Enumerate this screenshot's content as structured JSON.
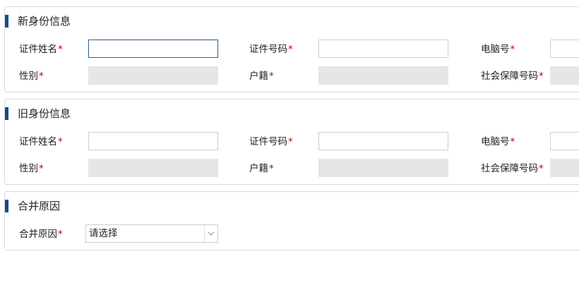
{
  "new_identity": {
    "title": "新身份信息",
    "name_label": "证件姓名",
    "id_number_label": "证件号码",
    "computer_no_label": "电脑号",
    "gender_label": "性别",
    "household_label": "户籍",
    "social_security_label": "社会保障号码"
  },
  "old_identity": {
    "title": "旧身份信息",
    "name_label": "证件姓名",
    "id_number_label": "证件号码",
    "computer_no_label": "电脑号",
    "gender_label": "性别",
    "household_label": "户籍",
    "social_security_label": "社会保障号码"
  },
  "merge_reason": {
    "title": "合并原因",
    "reason_label": "合并原因",
    "reason_select_value": "请选择"
  },
  "required_mark": "*",
  "colors": {
    "accent_bar": "#0f4c8a",
    "required": "#c00000",
    "readonly_bg": "#e6e6e6",
    "border": "#cfcfcf"
  }
}
